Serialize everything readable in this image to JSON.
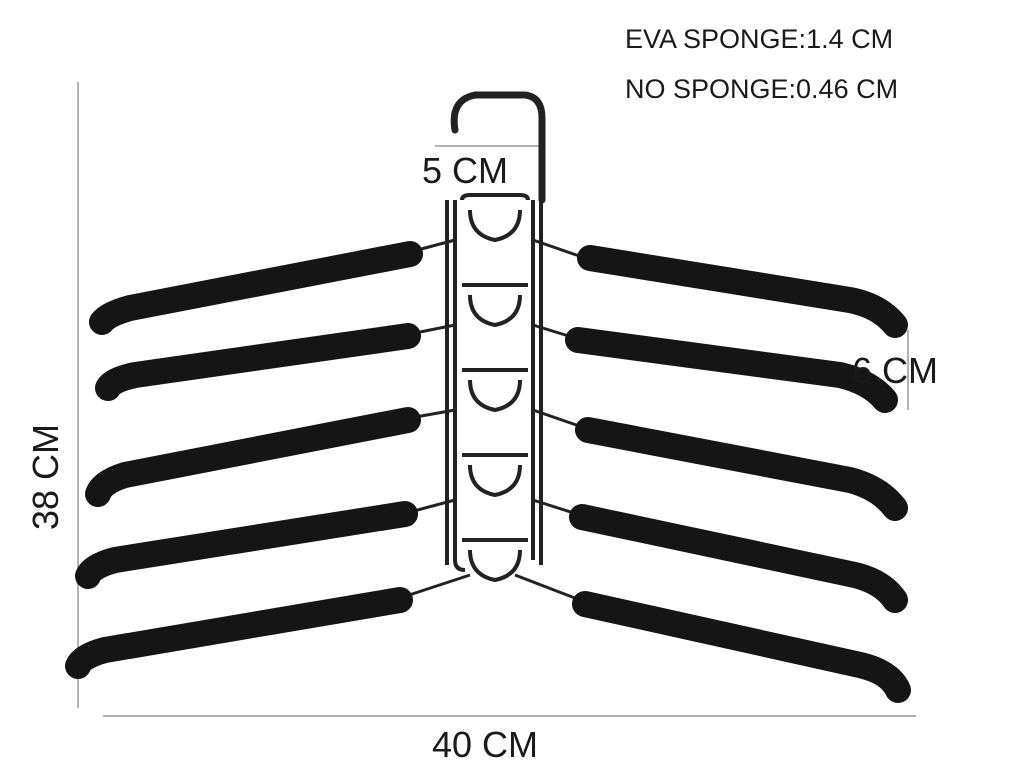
{
  "specs": {
    "eva_sponge": "EVA SPONGE:1.4 CM",
    "no_sponge": "NO SPONGE:0.46 CM"
  },
  "dimensions": {
    "hook_gap": "5 CM",
    "arm_spacing": "6 CM",
    "width": "40 CM",
    "height": "38 CM"
  },
  "colors": {
    "foam": "#151515",
    "wire": "#222222",
    "guide": "#999999"
  }
}
